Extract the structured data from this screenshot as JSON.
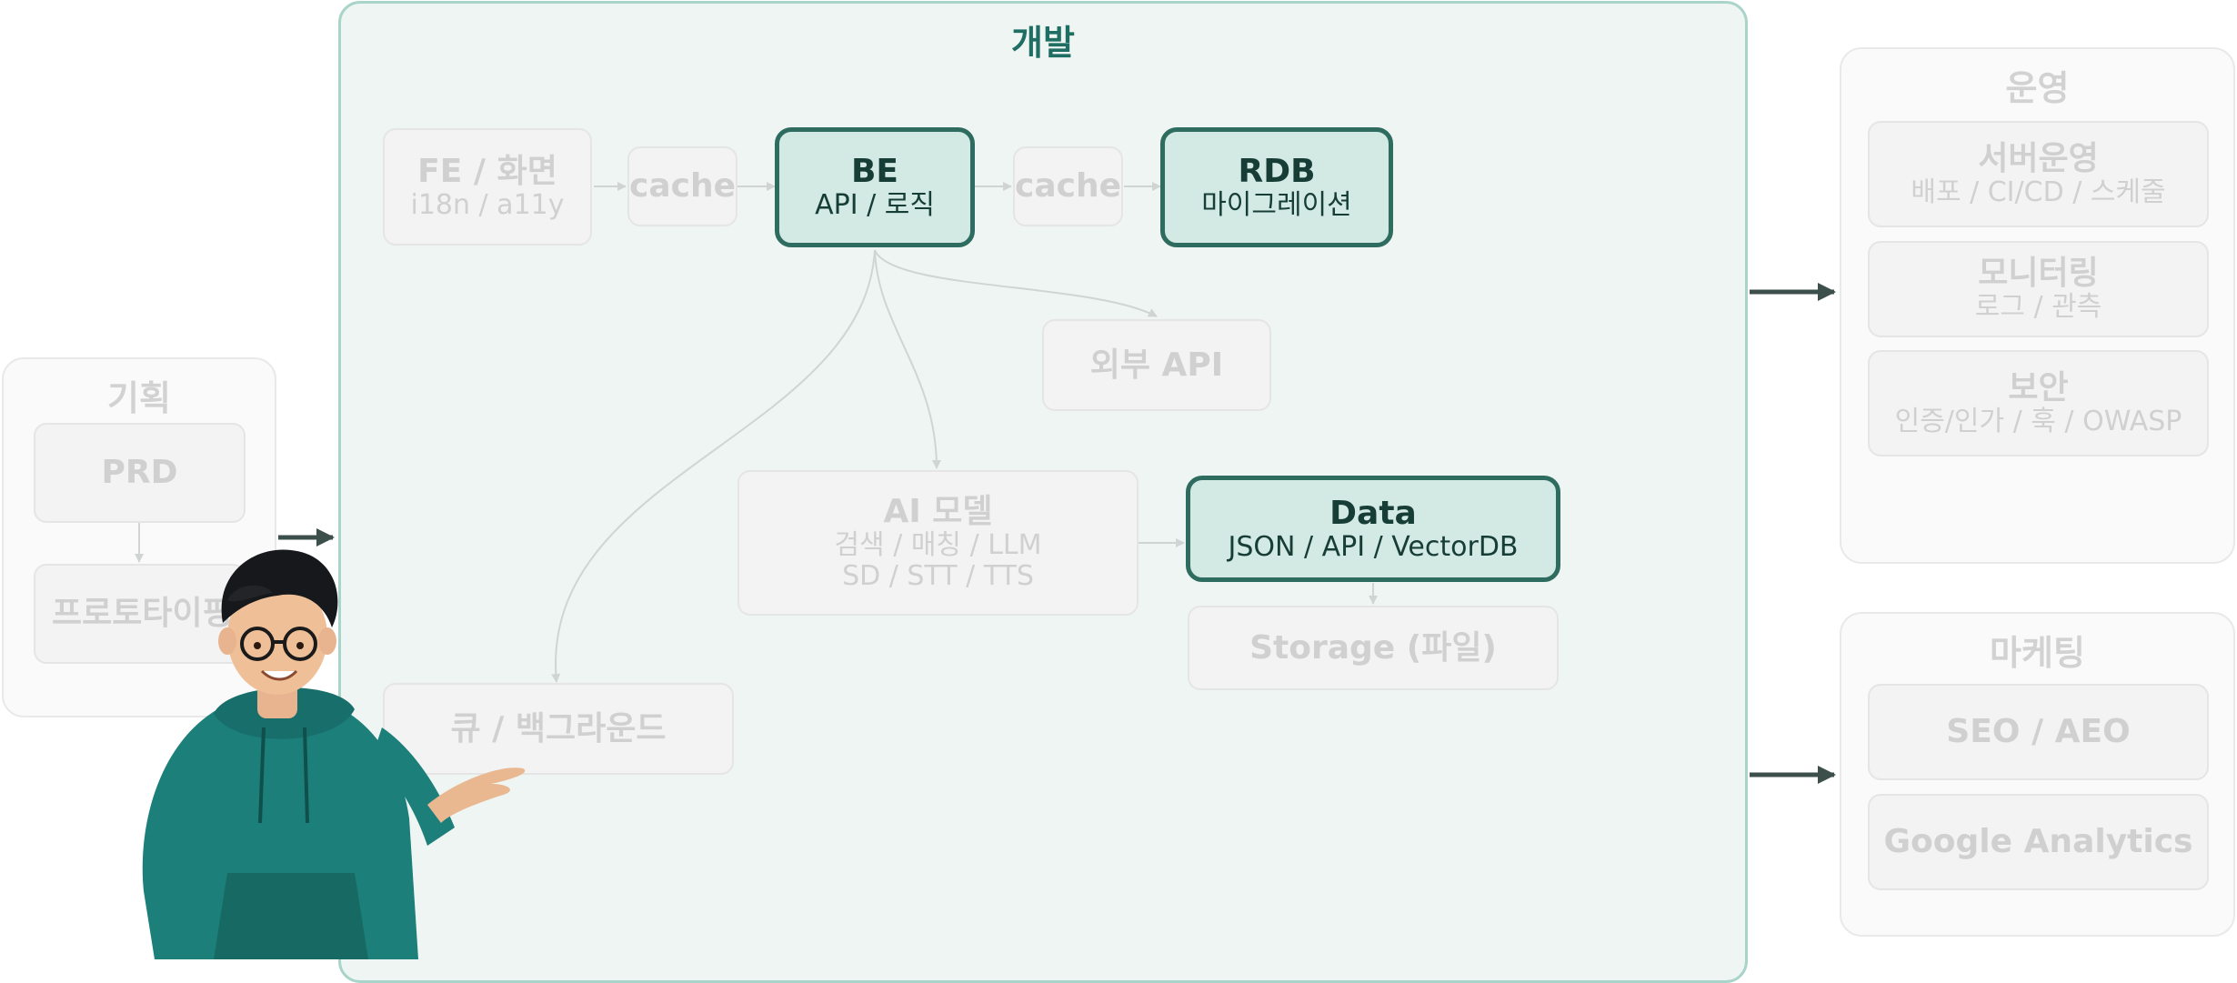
{
  "groups": {
    "plan": {
      "title": "기획"
    },
    "dev": {
      "title": "개발"
    },
    "ops": {
      "title": "운영"
    },
    "marketing": {
      "title": "마케팅"
    }
  },
  "nodes": {
    "prd": {
      "title": "PRD"
    },
    "prototype": {
      "title": "프로토타이핑"
    },
    "fe": {
      "title": "FE / 화면",
      "sub": "i18n / a11y"
    },
    "cache1": {
      "title": "cache"
    },
    "be": {
      "title": "BE",
      "sub": "API / 로직"
    },
    "cache2": {
      "title": "cache"
    },
    "rdb": {
      "title": "RDB",
      "sub": "마이그레이션"
    },
    "external_api": {
      "title": "외부 API"
    },
    "ai_model": {
      "title": "AI 모델",
      "sub": "검색 / 매칭 / LLM",
      "sub2": "SD / STT / TTS"
    },
    "data": {
      "title": "Data",
      "sub": "JSON / API / VectorDB"
    },
    "storage": {
      "title": "Storage (파일)"
    },
    "queue": {
      "title": "큐 / 백그라운드"
    },
    "server_ops": {
      "title": "서버운영",
      "sub": "배포 / CI/CD / 스케줄"
    },
    "monitoring": {
      "title": "모니터링",
      "sub": "로그 / 관측"
    },
    "security": {
      "title": "보안",
      "sub": "인증/인가 / 훅 / OWASP"
    },
    "seo": {
      "title": "SEO / AEO"
    },
    "analytics": {
      "title": "Google Analytics"
    }
  },
  "colors": {
    "accent": "#2f6c60",
    "accent_fill": "#d3e9e3",
    "dev_bg": "#eef5f2",
    "dim_text": "#d0d0d0",
    "hoodie": "#1c7f7a"
  },
  "icons": {
    "character": "presenter-character-illustration"
  }
}
